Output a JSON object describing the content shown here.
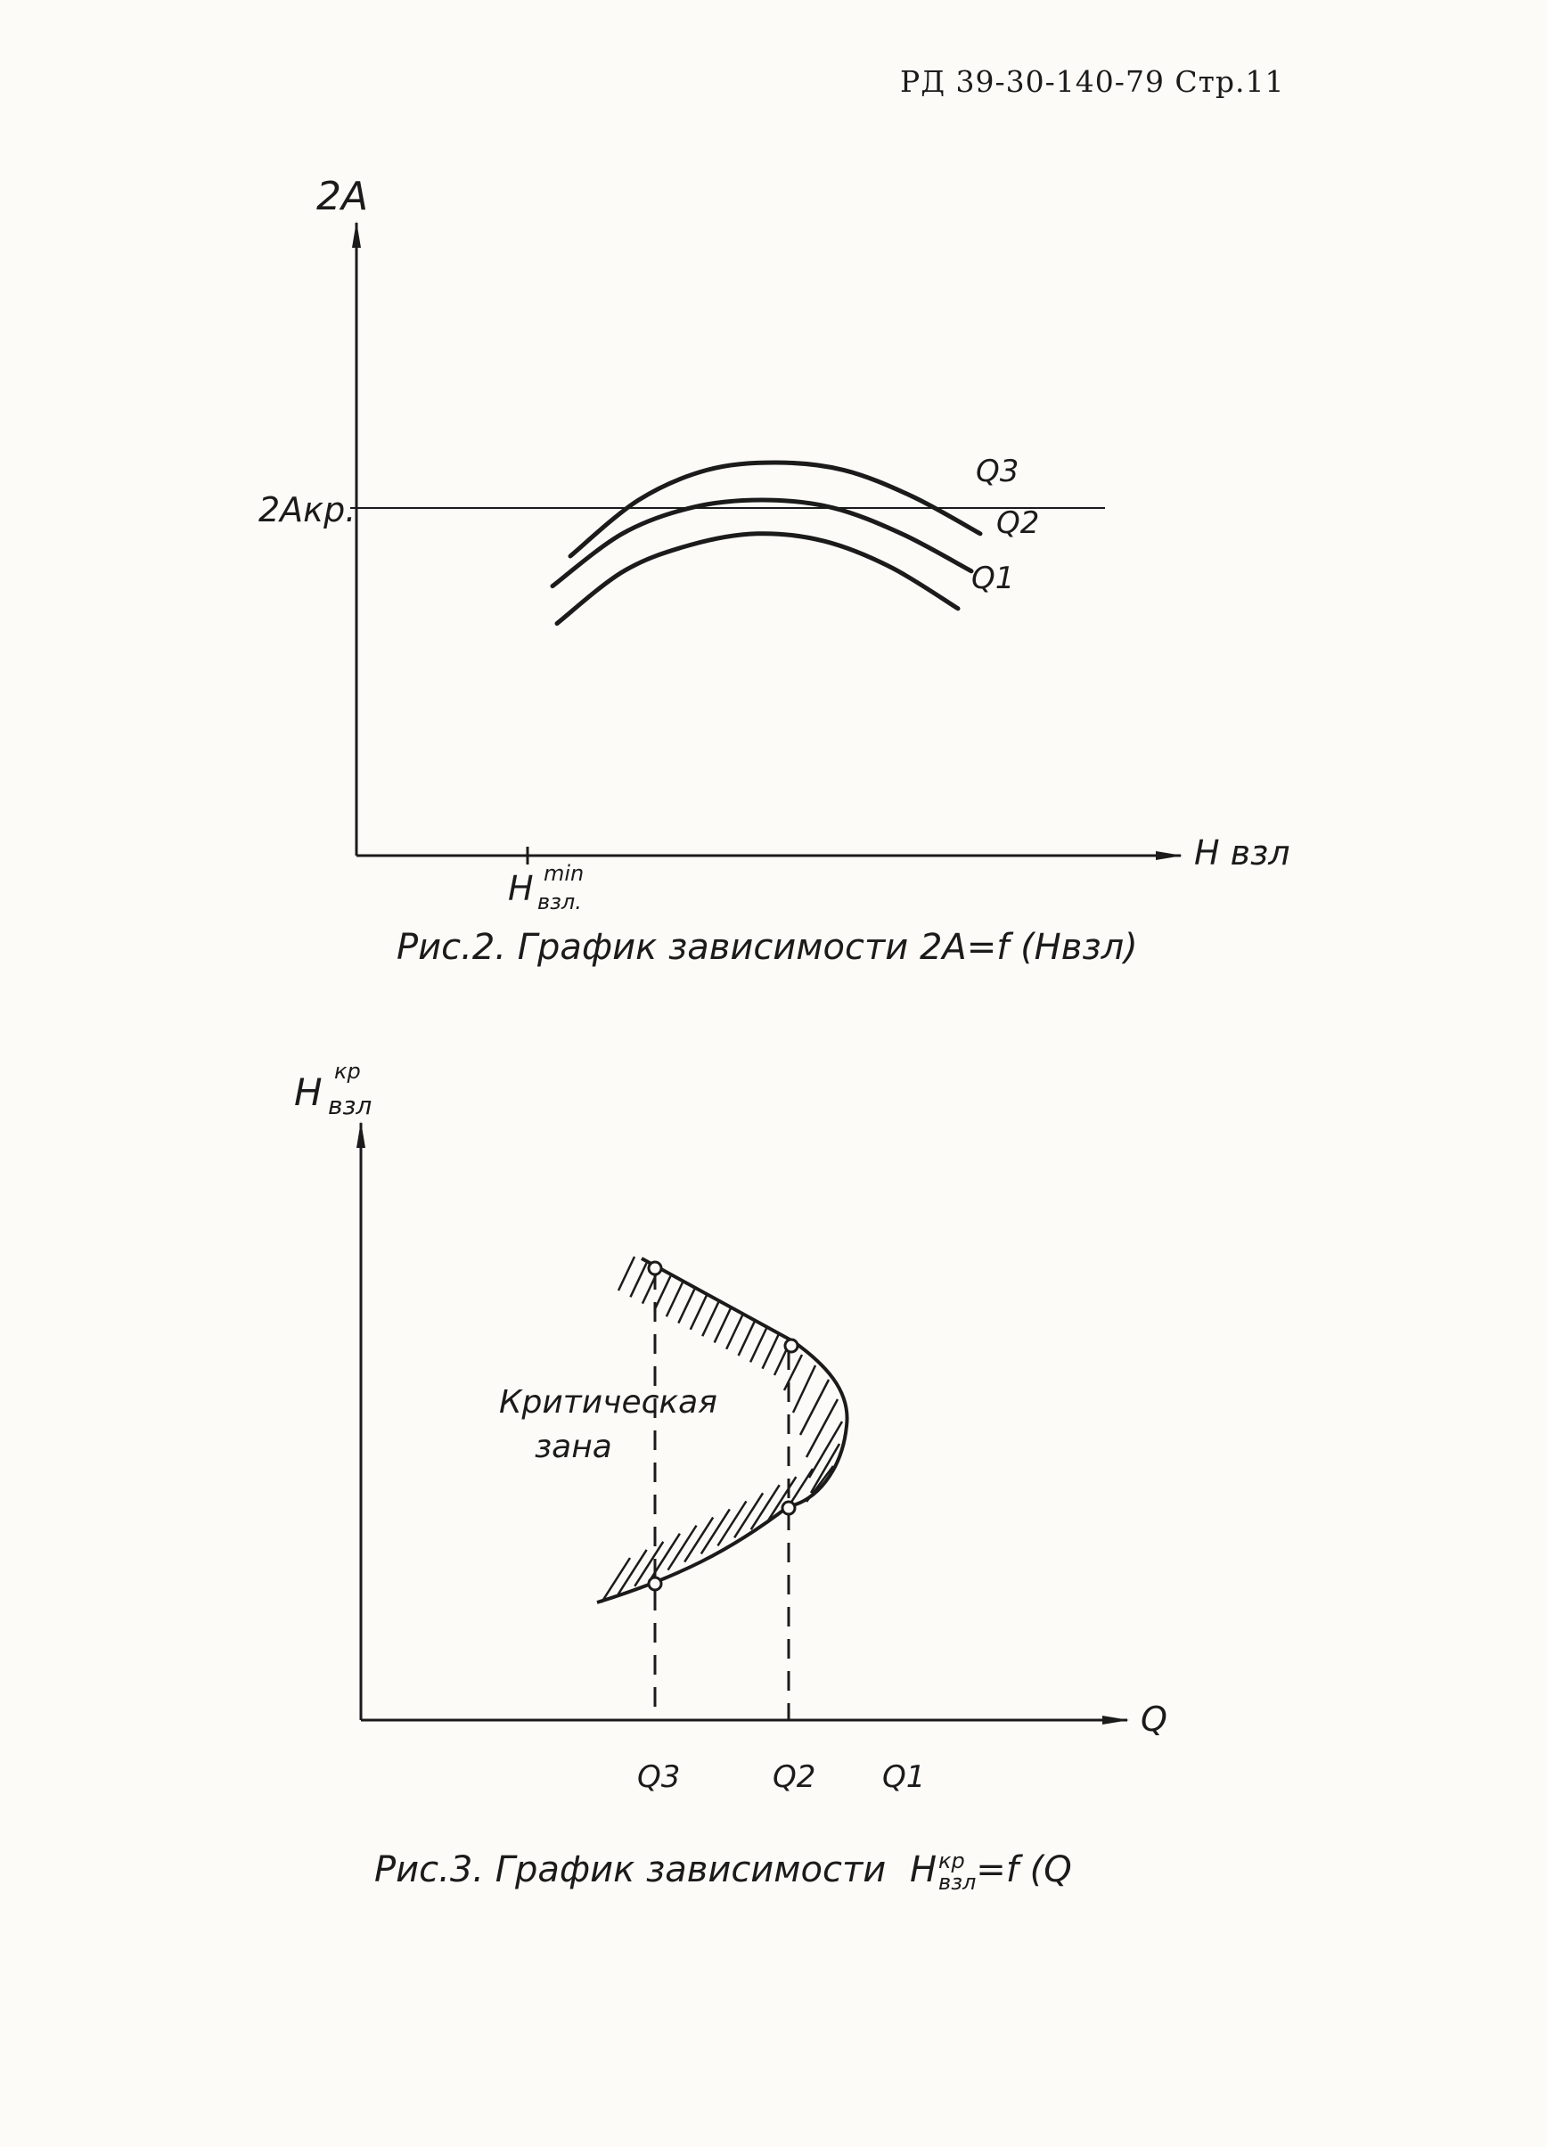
{
  "header": {
    "text": "РД 39-30-140-79 Стр.11"
  },
  "figure2": {
    "y_axis_label": "2A",
    "x_axis_label": "H взл",
    "critical_level_label": "2Aкр.",
    "x_min_label_main": "H",
    "x_min_label_sup": "min",
    "x_min_label_sub": "взл.",
    "caption": "Рис.2. График зависимости 2A=f (Hвзл)",
    "chart_data": {
      "type": "line",
      "title": "",
      "xlabel": "H взл",
      "ylabel": "2A",
      "grid": false,
      "reference_line": {
        "label": "2Aкр."
      },
      "x_marker": {
        "label": "H min взл."
      },
      "series": [
        {
          "name": "Q3",
          "values": [
            0.8,
            0.95,
            1.03,
            1.05,
            1.03,
            0.96,
            0.86
          ]
        },
        {
          "name": "Q2",
          "values": [
            0.72,
            0.86,
            0.93,
            0.95,
            0.93,
            0.86,
            0.76
          ]
        },
        {
          "name": "Q1",
          "values": [
            0.62,
            0.76,
            0.83,
            0.86,
            0.84,
            0.77,
            0.66
          ]
        }
      ]
    }
  },
  "figure3": {
    "y_axis_label_main": "H",
    "y_axis_label_sup": "кр",
    "y_axis_label_sub": "взл",
    "x_axis_label": "Q",
    "zone_label_line1": "Критическая",
    "zone_label_line2": "зана",
    "tick_q3": "Q3",
    "tick_q2": "Q2",
    "tick_q1": "Q1",
    "caption_main": "Рис.3. График зависимости",
    "caption_formula_main": "H",
    "caption_formula_sup": "кр",
    "caption_formula_sub": "взл",
    "caption_formula_tail": "=f (Q",
    "chart_data": {
      "type": "line",
      "title": "",
      "xlabel": "Q",
      "ylabel": "H кр взл",
      "grid": false,
      "categories": [
        "Q3",
        "Q2",
        "Q1"
      ],
      "annotations": [
        "Критическая зана"
      ]
    }
  }
}
